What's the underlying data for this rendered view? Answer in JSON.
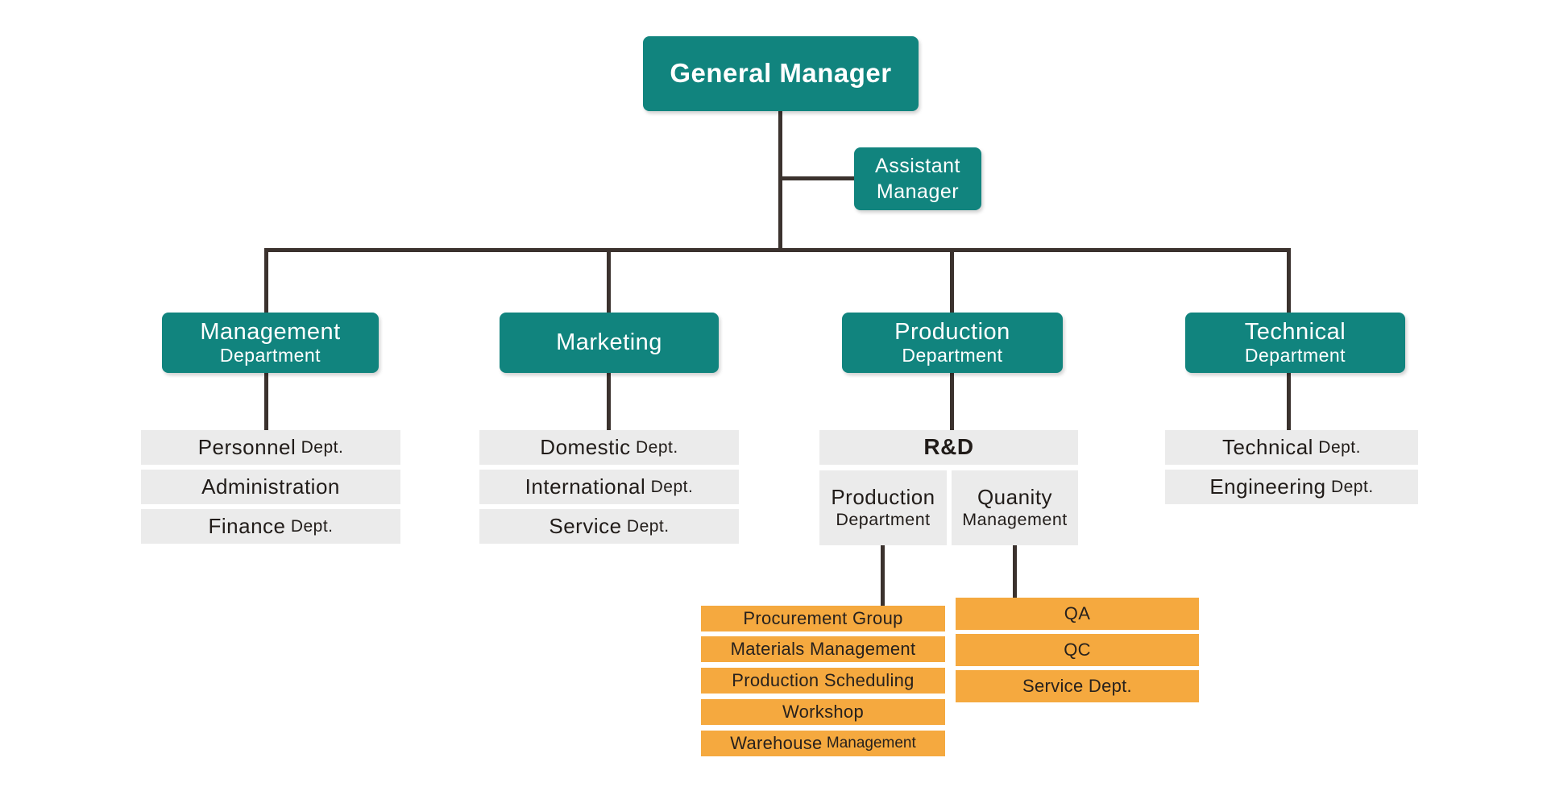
{
  "palette": {
    "teal": "#11847E",
    "gray": "#EBEBEB",
    "orange": "#F5A93F",
    "line": "#3B322E",
    "ink": "#211C19",
    "bg": "#FFFFFF"
  },
  "org": {
    "general_manager": {
      "label": "General Manager"
    },
    "assistant_manager": {
      "label": "Assistant\nManager"
    },
    "management": {
      "main": "Management",
      "sub": "Department",
      "children": [
        {
          "main": "Personnel",
          "suffix": " Dept."
        },
        {
          "main": "Administration",
          "suffix": ""
        },
        {
          "main": "Finance",
          "suffix": " Dept."
        }
      ]
    },
    "marketing": {
      "label": "Marketing",
      "children": [
        {
          "main": "Domestic",
          "suffix": " Dept."
        },
        {
          "main": "International",
          "suffix": " Dept."
        },
        {
          "main": "Service",
          "suffix": " Dept."
        }
      ]
    },
    "production": {
      "main": "Production",
      "sub": "Department",
      "rnd": {
        "label": "R&D"
      },
      "production_dept": {
        "main": "Production",
        "sub": "Department",
        "children": [
          {
            "main": "Procurement Group",
            "suffix": ""
          },
          {
            "main": "Materials Management",
            "suffix": ""
          },
          {
            "main": "Production Scheduling",
            "suffix": ""
          },
          {
            "main": "Workshop",
            "suffix": ""
          },
          {
            "main": "Warehouse",
            "suffix": " Management"
          }
        ]
      },
      "quality_mgmt": {
        "main": "Quanity",
        "sub": "Management",
        "children": [
          {
            "main": "QA",
            "suffix": ""
          },
          {
            "main": "QC",
            "suffix": ""
          },
          {
            "main": "Service Dept.",
            "suffix": ""
          }
        ]
      }
    },
    "technical": {
      "main": "Technical",
      "sub": "Department",
      "children": [
        {
          "main": "Technical",
          "suffix": " Dept."
        },
        {
          "main": "Engineering",
          "suffix": " Dept."
        }
      ]
    }
  }
}
